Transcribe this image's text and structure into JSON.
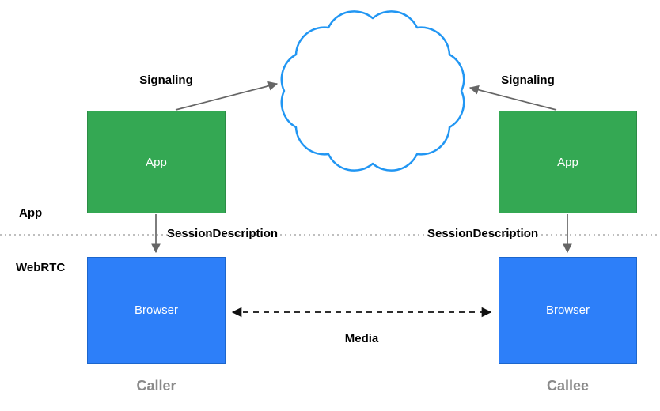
{
  "layers": {
    "app": "App",
    "webrtc": "WebRTC"
  },
  "nodes": {
    "caller_app": "App",
    "callee_app": "App",
    "caller_browser": "Browser",
    "callee_browser": "Browser"
  },
  "edges": {
    "signaling_left": "Signaling",
    "signaling_right": "Signaling",
    "session_description_left": "SessionDescription",
    "session_description_right": "SessionDescription",
    "media": "Media"
  },
  "captions": {
    "caller": "Caller",
    "callee": "Callee"
  },
  "colors": {
    "app_box": "#34A853",
    "app_box_border": "#2C8C46",
    "browser_box": "#2D7FF9",
    "browser_box_border": "#1C66CC",
    "cloud_stroke": "#2196F3",
    "arrow": "#666666",
    "media_arrow": "#111111",
    "divider": "#999999",
    "caption": "#8A8A8A",
    "label": "#000000"
  }
}
